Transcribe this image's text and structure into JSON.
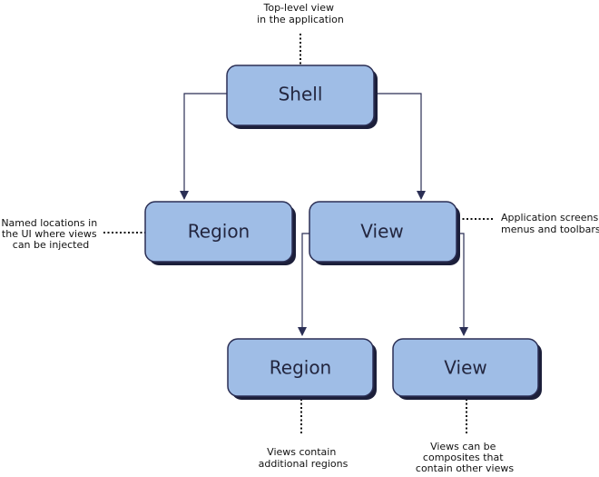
{
  "nodes": {
    "shell": "Shell",
    "region_top": "Region",
    "view_top": "View",
    "region_bottom": "Region",
    "view_bottom": "View"
  },
  "annotations": {
    "shell_note": [
      "Top-level view",
      "in the application"
    ],
    "region_note": [
      "Named locations in",
      "the UI where views",
      "can be injected"
    ],
    "view_note": [
      "Application screens,",
      "menus and toolbars"
    ],
    "region_bottom_note": [
      "Views contain",
      "additional regions"
    ],
    "view_bottom_note": [
      "Views can be",
      "composites that",
      "contain other views"
    ]
  },
  "colors": {
    "node_fill": "#9fbde6",
    "node_stroke": "#2b2f55",
    "shadow": "#1c1f3a"
  }
}
